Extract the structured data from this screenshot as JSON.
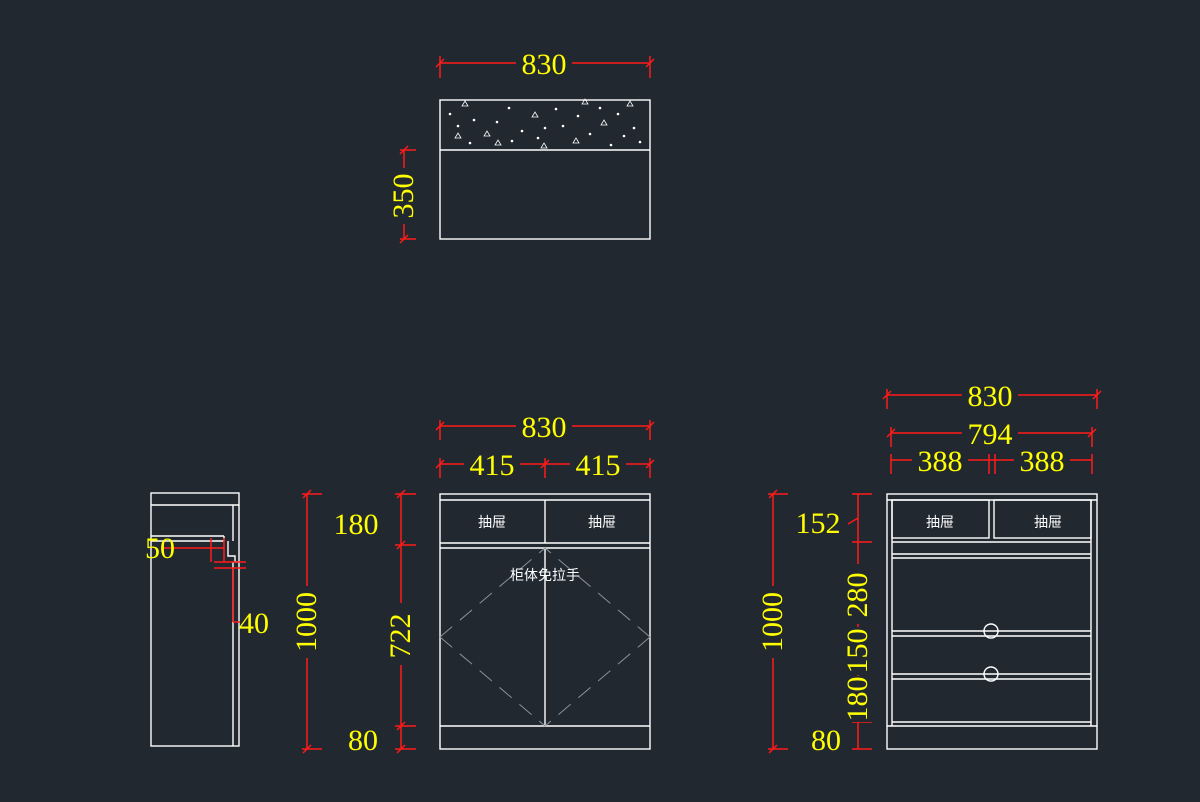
{
  "top_view": {
    "width_dim": "830",
    "depth_dim": "350"
  },
  "side_view": {
    "dim_50": "50",
    "dim_40": "40"
  },
  "front_view": {
    "width_dim": "830",
    "half_left_dim": "415",
    "half_right_dim": "415",
    "height_dim": "1000",
    "drawer_h_dim": "180",
    "door_h_dim": "722",
    "base_h_dim": "80",
    "drawer_left_label": "抽屉",
    "drawer_right_label": "抽屉",
    "note_label": "柜体免拉手"
  },
  "interior_view": {
    "width_dim": "830",
    "inner_width_dim": "794",
    "drawer_left_width_dim": "388",
    "drawer_right_width_dim": "388",
    "height_dim": "1000",
    "drawer_h_dim": "152",
    "section_280_dim": "280",
    "section_150_dim": "150",
    "section_180_dim": "180",
    "base_h_dim": "80",
    "drawer_left_label": "抽屉",
    "drawer_right_label": "抽屉"
  },
  "colors": {
    "background": "#212830",
    "dimension_text": "#ffff00",
    "dimension_line": "#ff1a1a",
    "outline": "#ffffff"
  }
}
